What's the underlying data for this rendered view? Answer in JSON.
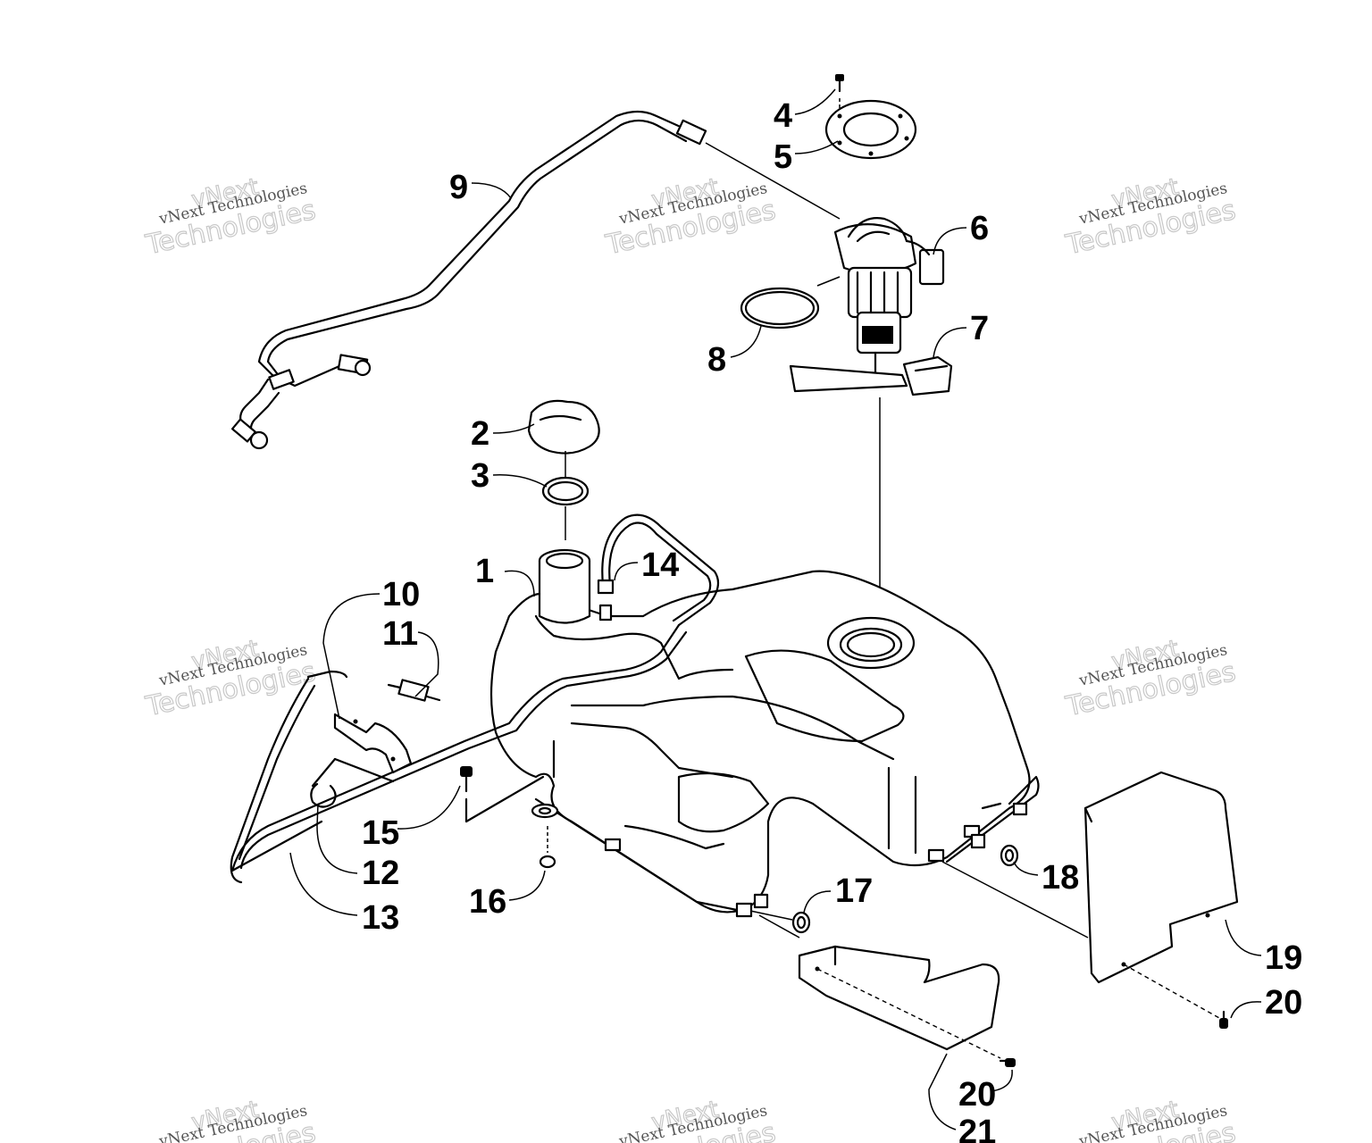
{
  "watermark": {
    "line_small": "vNext Technologies",
    "line_big": "Technologies",
    "line_top": "vNext"
  },
  "callouts": [
    "1",
    "2",
    "3",
    "4",
    "5",
    "6",
    "7",
    "8",
    "9",
    "10",
    "11",
    "12",
    "13",
    "14",
    "15",
    "16",
    "17",
    "18",
    "19",
    "20",
    "20",
    "21"
  ]
}
